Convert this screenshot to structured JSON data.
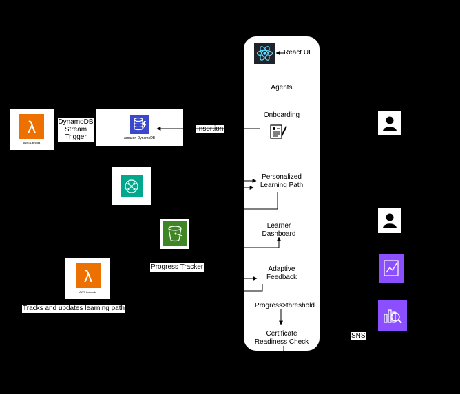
{
  "panel": {
    "react_ui": "React UI",
    "agents": "Agents",
    "onboarding": "Onboarding",
    "personalized_line1": "Personalized",
    "personalized_line2": "Learning Path",
    "dashboard_line1": "Learner",
    "dashboard_line2": "Dashboard",
    "adaptive_line1": "Adaptive",
    "adaptive_line2": "Feedback",
    "progress_threshold": "Progress>threshold",
    "certificate_line1": "Certificate",
    "certificate_line2": "Readiness Check"
  },
  "labels": {
    "dynamodb_stream_line1": "DynamoDB",
    "dynamodb_stream_line2": "Stream",
    "dynamodb_stream_line3": "Trigger",
    "insertion": "Insertion",
    "progress_tracker": "Progress Tracker",
    "tracks_updates": "Tracks and updates learning path",
    "sns": "SNS",
    "lambda_caption_top": "AWS Lambda",
    "lambda_caption_bottom": "AWS Lambda",
    "dynamodb_caption": "Amazon DynamoDB"
  },
  "colors": {
    "background": "#000000",
    "lambda": "#ED7100",
    "dynamodb": "#3B48CC",
    "bedrock": "#01A88D",
    "s3": "#3F8624",
    "analytics": "#8C4FFF",
    "react": "#61DAFB",
    "react_bg": "#20232A"
  },
  "icons": [
    "lambda-icon",
    "dynamodb-icon",
    "bedrock-icon",
    "s3-bucket-icon",
    "user-icon",
    "quicksight-icon",
    "analytics-icon",
    "react-icon",
    "form-icon"
  ]
}
